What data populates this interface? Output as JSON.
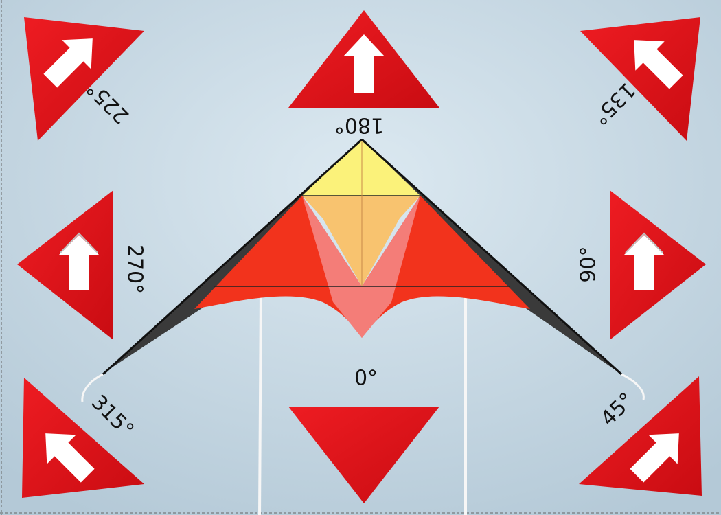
{
  "colors": {
    "background_center": "#dce9f1",
    "background_edge": "#b7ccd9",
    "sign_red": "#e4141b",
    "sign_red_dark": "#b80b10",
    "arrow_white": "#ffffff",
    "kite_yellow": "#fbf27a",
    "kite_orange": "#f9c06b",
    "kite_red": "#f2331c",
    "kite_pink": "#f47d78",
    "kite_dark_edge": "#3a3a3a",
    "line_white": "#f4f4f4",
    "spar_dark": "#222222"
  },
  "signs": [
    {
      "id": "sign-0",
      "label": "0°",
      "arrow": "none"
    },
    {
      "id": "sign-45",
      "label": "45°",
      "arrow": "arrow-up-right"
    },
    {
      "id": "sign-90",
      "label": "90°",
      "arrow": "arrow-up"
    },
    {
      "id": "sign-135",
      "label": "135°",
      "arrow": "arrow-up-left"
    },
    {
      "id": "sign-180",
      "label": "180°",
      "arrow": "arrow-up"
    },
    {
      "id": "sign-225",
      "label": "225°",
      "arrow": "arrow-up-right"
    },
    {
      "id": "sign-270",
      "label": "270°",
      "arrow": "arrow-up"
    },
    {
      "id": "sign-315",
      "label": "315°",
      "arrow": "arrow-up-left"
    }
  ]
}
